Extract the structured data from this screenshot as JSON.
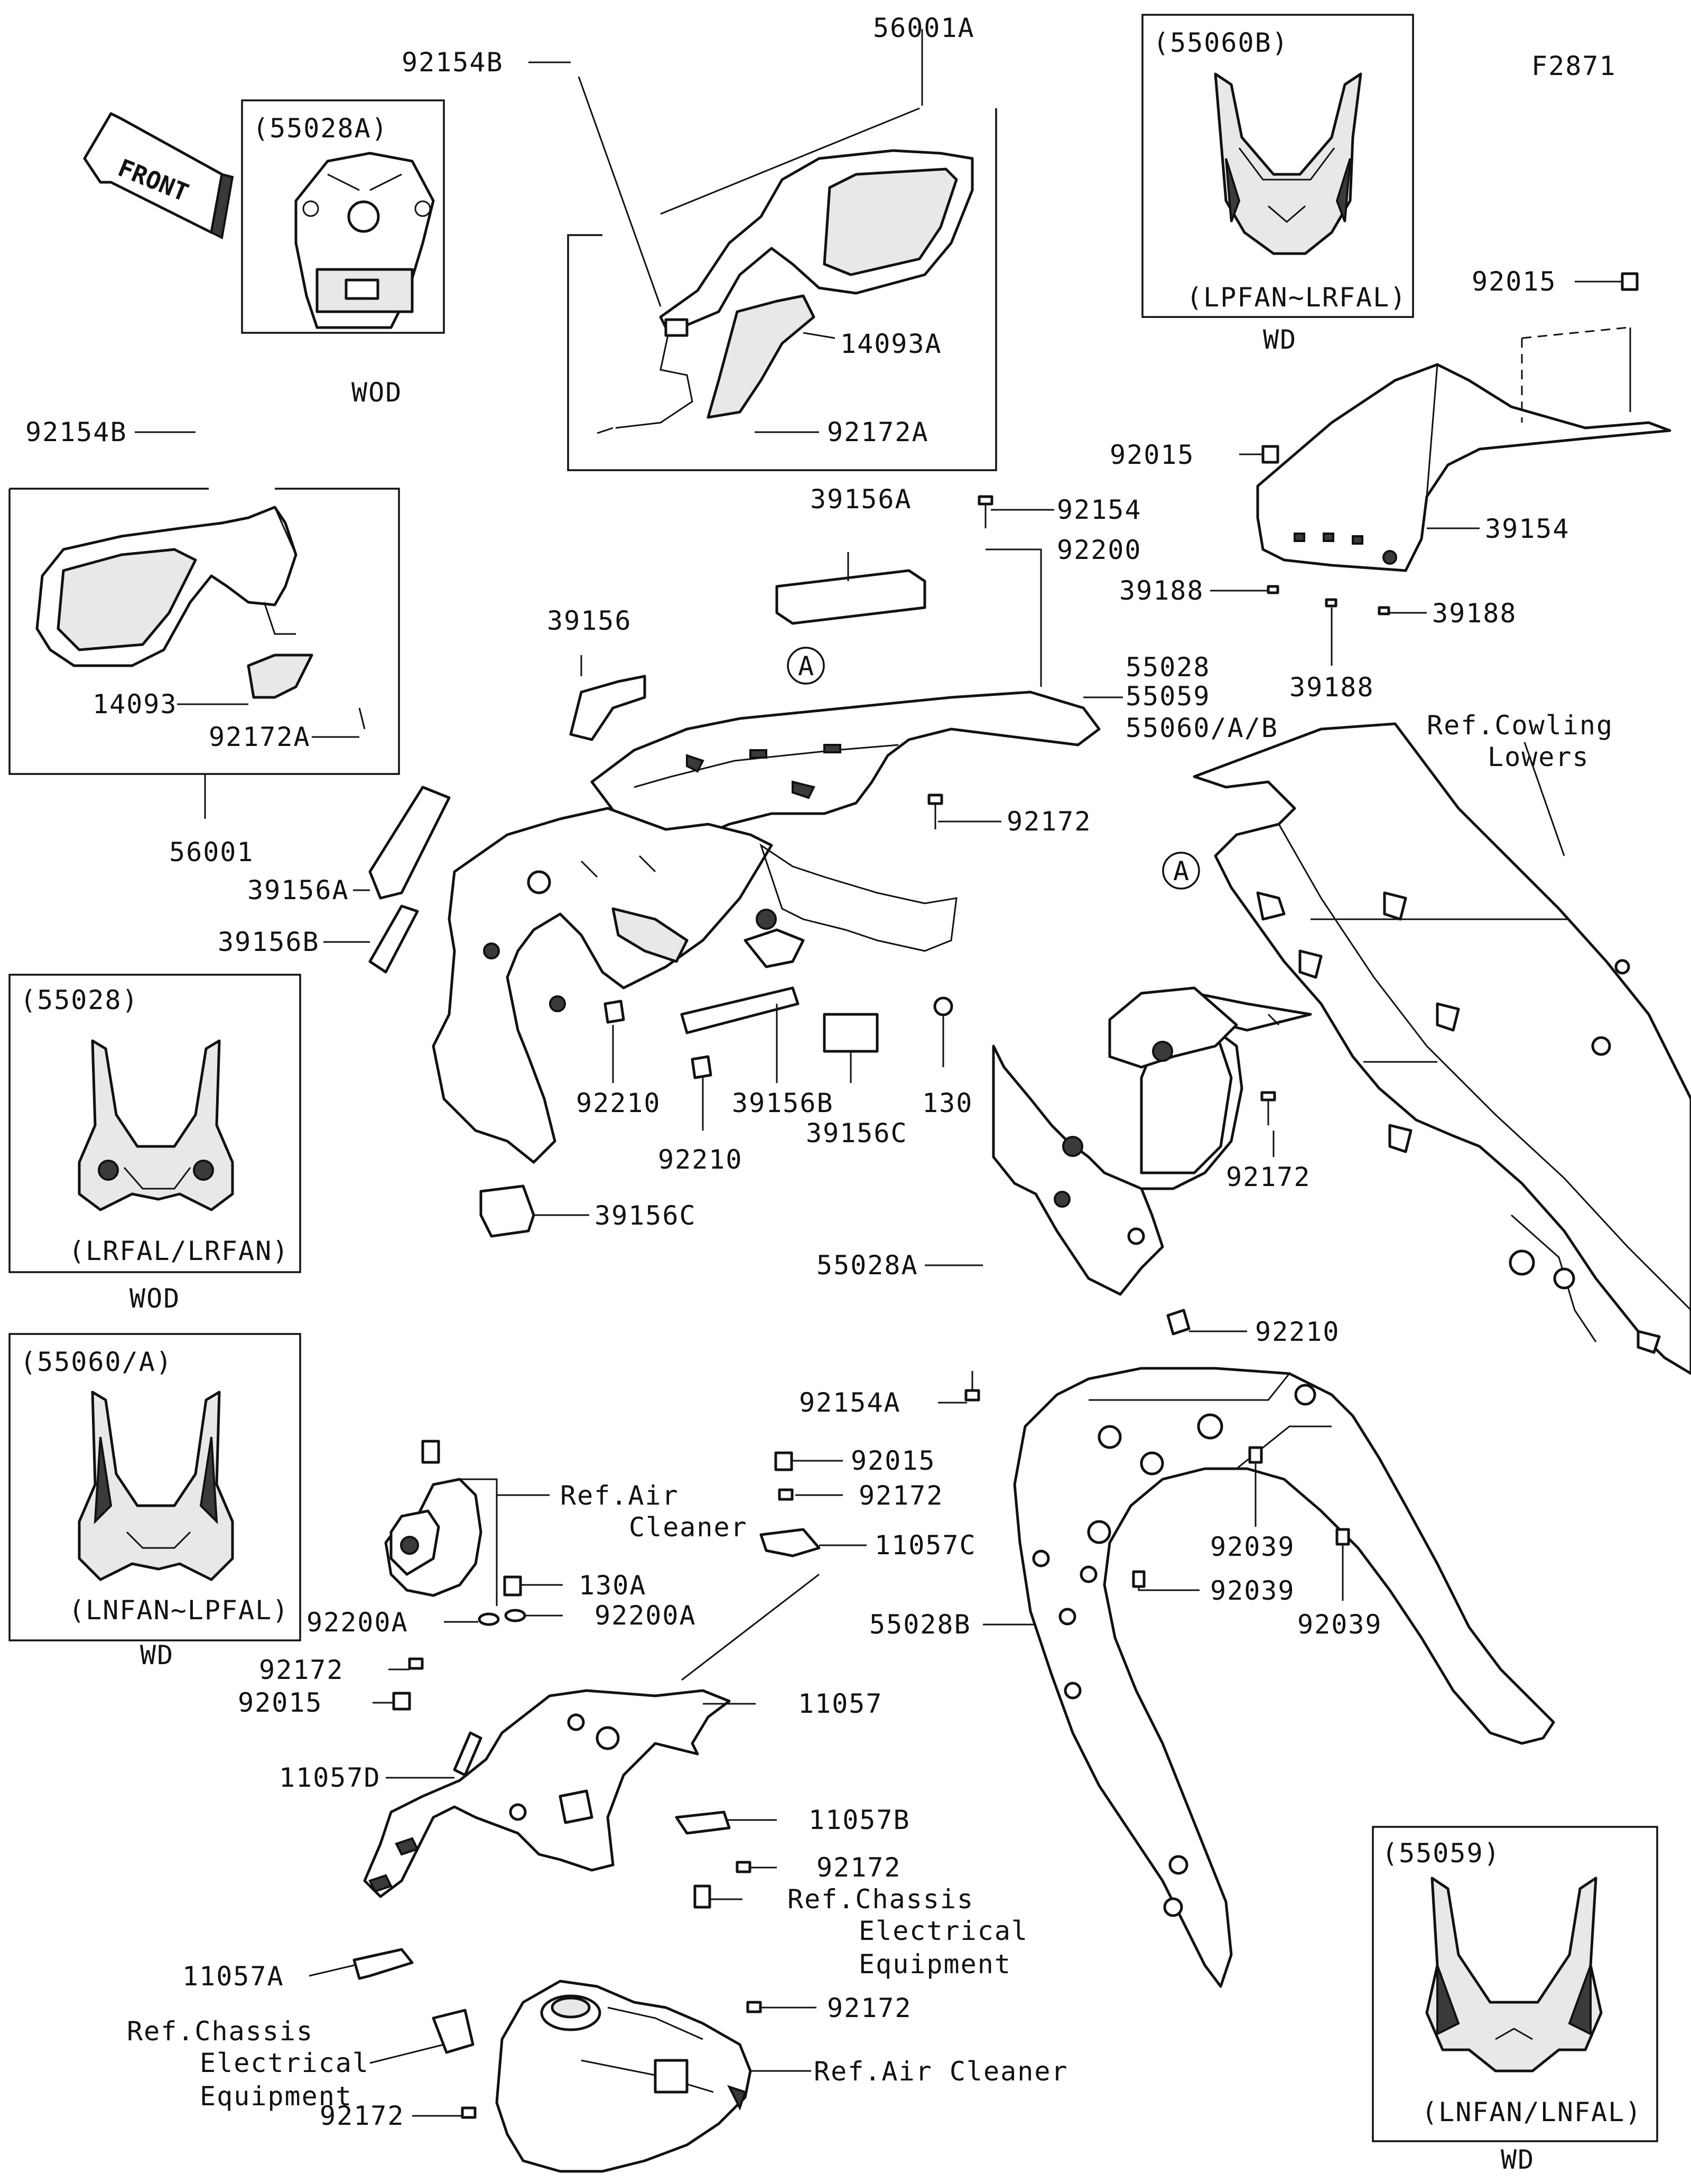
{
  "figure_code": "F2871",
  "front_arrow_text": "FRONT",
  "inset_boxes": [
    {
      "id": "55028A",
      "title": "(55028A)",
      "footer": "WOD"
    },
    {
      "id": "55060B",
      "title": "(55060B)",
      "caption": "(LPFAN~LRFAL)",
      "footer": "WD"
    },
    {
      "id": "55028",
      "title": "(55028)",
      "caption": "(LRFAL/LRFAN)",
      "footer": "WOD"
    },
    {
      "id": "55060A",
      "title": "(55060/A)",
      "caption": "(LNFAN~LPFAL)",
      "footer": "WD"
    },
    {
      "id": "55059",
      "title": "(55059)",
      "caption": "(LNFAN/LNFAL)",
      "footer": "WD"
    }
  ],
  "circle_marks": [
    "A",
    "A"
  ],
  "labels": {
    "p92154B_top": "92154B",
    "p56001A": "56001A",
    "p14093A": "14093A",
    "p92172A_top": "92172A",
    "p92154B_left": "92154B",
    "p14093": "14093",
    "p92172A_left": "92172A",
    "p56001": "56001",
    "p39156A_top": "39156A",
    "p39156": "39156",
    "p39156A_left": "39156A",
    "p39156B_left": "39156B",
    "p92154_r": "92154",
    "p92200_r": "92200",
    "p55028": "55028",
    "p55059": "55059",
    "p55060AB": "55060/A/B",
    "p92172_mid": "92172",
    "p92210_a": "92210",
    "p92210_b": "92210",
    "p39156B_mid": "39156B",
    "p39156C_mid": "39156C",
    "p130": "130",
    "p39156C_bot": "39156C",
    "p92015_tr": "92015",
    "p92015_ws": "92015",
    "p39154": "39154",
    "p39188_a": "39188",
    "p39188_b": "39188",
    "p39188_c": "39188",
    "ref_cowling_1": "Ref.Cowling",
    "ref_cowling_2": "Lowers",
    "p92172_r": "92172",
    "p55028A": "55028A",
    "p92210_r": "92210",
    "p92154A": "92154A",
    "p92015_c": "92015",
    "p92172_c": "92172",
    "p11057C": "11057C",
    "p92039_a": "92039",
    "p92039_b": "92039",
    "p92039_c": "92039",
    "p55028B": "55028B",
    "ref_air_1": "Ref.Air",
    "ref_air_2": "Cleaner",
    "p130A": "130A",
    "p92200A_l": "92200A",
    "p92200A_r": "92200A",
    "p92172_bl": "92172",
    "p92015_bl": "92015",
    "p11057": "11057",
    "p11057D": "11057D",
    "p11057B": "11057B",
    "p92172_bm": "92172",
    "ref_chassis_r1": "Ref.Chassis",
    "ref_chassis_r2": "Electrical",
    "ref_chassis_r3": "Equipment",
    "p11057A": "11057A",
    "ref_chassis_l1": "Ref.Chassis",
    "ref_chassis_l2": "Electrical",
    "ref_chassis_l3": "Equipment",
    "p92172_bot_r": "92172",
    "ref_air_bottom": "Ref.Air Cleaner",
    "p92172_bottom": "92172"
  }
}
